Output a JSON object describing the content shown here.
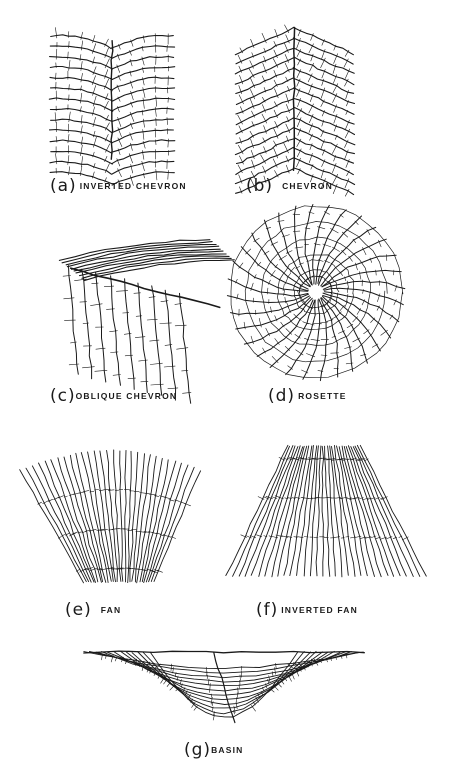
{
  "figure": {
    "panels": [
      {
        "id": "a",
        "letter": "(a)",
        "name": "INVERTED CHEVRON"
      },
      {
        "id": "b",
        "letter": "(b)",
        "name": "CHEVRON"
      },
      {
        "id": "c",
        "letter": "(c)",
        "name": "OBLIQUE CHEVRON"
      },
      {
        "id": "d",
        "letter": "(d)",
        "name": "ROSETTE"
      },
      {
        "id": "e",
        "letter": "(e)",
        "name": "FAN"
      },
      {
        "id": "f",
        "letter": "(f)",
        "name": "INVERTED FAN"
      },
      {
        "id": "g",
        "letter": "(g)",
        "name": "BASIN"
      }
    ],
    "ink_color": "#1a1a1a",
    "paper_color": "#ffffff"
  }
}
